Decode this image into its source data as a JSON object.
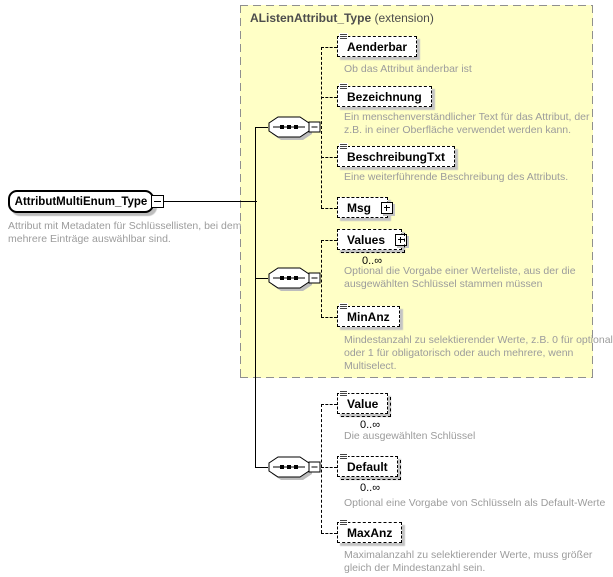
{
  "extension_box": {
    "name": "AListenAttribut_Type",
    "suffix": " (extension)"
  },
  "root": {
    "label": "AttributMultiEnum_Type",
    "annotation_lines": [
      "Attribut mit Metadaten für Schlüssellisten, bei dem",
      "mehrere Einträge auswählbar sind."
    ]
  },
  "elements": [
    {
      "label": "Aenderbar",
      "annotation_lines": [
        "Ob das Attribut änderbar ist"
      ]
    },
    {
      "label": "Bezeichnung",
      "annotation_lines": [
        "Ein menschenverständlicher Text für das Attribut, der",
        "z.B. in einer Oberfläche verwendet werden kann."
      ]
    },
    {
      "label": "BeschreibungTxt",
      "annotation_lines": [
        "Eine weiterführende Beschreibung des Attributs."
      ]
    },
    {
      "label": "Msg"
    },
    {
      "label": "Values",
      "cardinality": "0..∞",
      "annotation_lines": [
        "Optional die Vorgabe einer Werteliste, aus der die",
        "ausgewählten Schlüssel stammen müssen"
      ]
    },
    {
      "label": "MinAnz",
      "annotation_lines": [
        "Mindestanzahl zu selektierender Werte, z.B. 0 für optional",
        "oder 1 für obligatorisch oder auch mehrere, wenn",
        "Multiselect."
      ]
    },
    {
      "label": "Value",
      "cardinality": "0..∞",
      "annotation_lines": [
        "Die ausgewählten Schlüssel"
      ]
    },
    {
      "label": "Default",
      "cardinality": "0..∞",
      "annotation_lines": [
        "Optional eine Vorgabe von Schlüsseln als Default-Werte"
      ]
    },
    {
      "label": "MaxAnz",
      "annotation_lines": [
        "Maximalanzahl zu selektierender Werte, muss größer",
        "gleich der Mindestanzahl sein."
      ]
    }
  ],
  "colors": {
    "extension_background": "#ffffc6",
    "extension_border": "#8f8f8f",
    "annotation_text": "#9c9c9c",
    "element_border": "#000000",
    "shadow": "#c4c4c4"
  }
}
